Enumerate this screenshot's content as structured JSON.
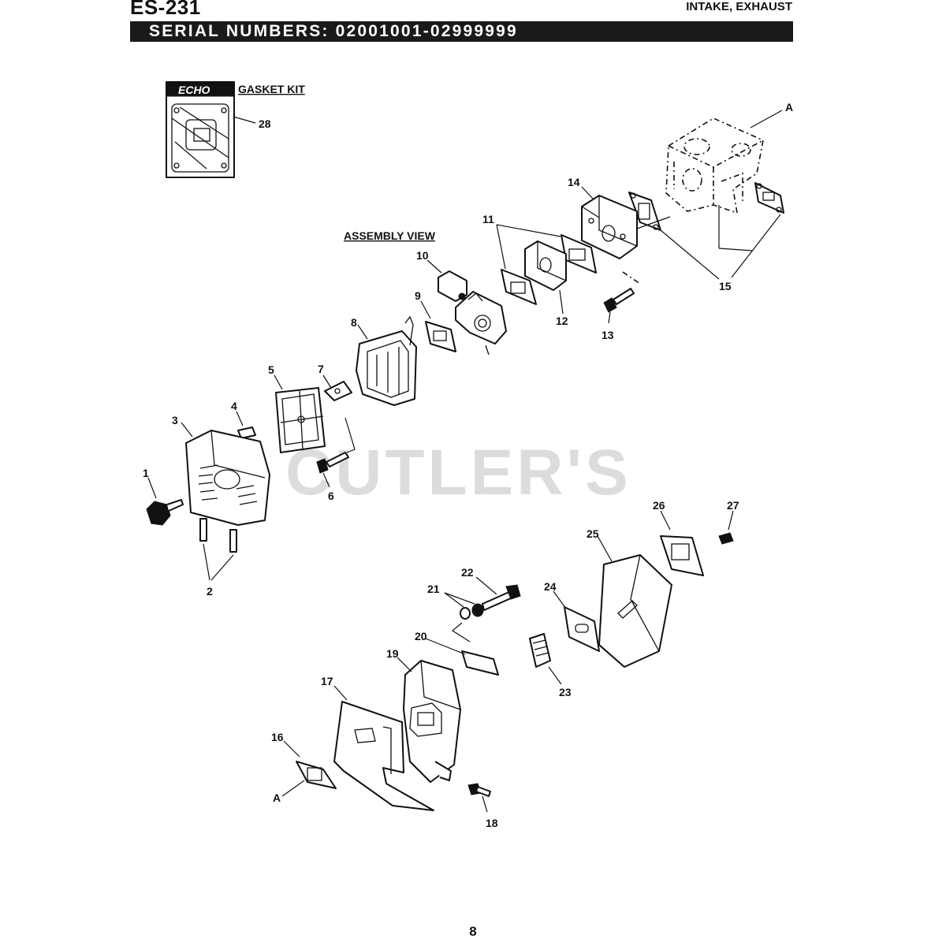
{
  "header": {
    "model": "ES-231",
    "section": "INTAKE, EXHAUST",
    "serial": "SERIAL NUMBERS: 02001001-02999999"
  },
  "gasket_kit": {
    "brand": "ECHO",
    "title": "GASKET KIT",
    "number": "28"
  },
  "assembly_view_label": "ASSEMBLY VIEW",
  "watermark": "CUTLER'S",
  "callouts": [
    "1",
    "2",
    "3",
    "4",
    "5",
    "6",
    "7",
    "8",
    "9",
    "10",
    "11",
    "12",
    "13",
    "14",
    "15",
    "16",
    "17",
    "18",
    "19",
    "20",
    "21",
    "22",
    "23",
    "24",
    "25",
    "26",
    "27",
    "A",
    "A"
  ],
  "page_number": "8"
}
